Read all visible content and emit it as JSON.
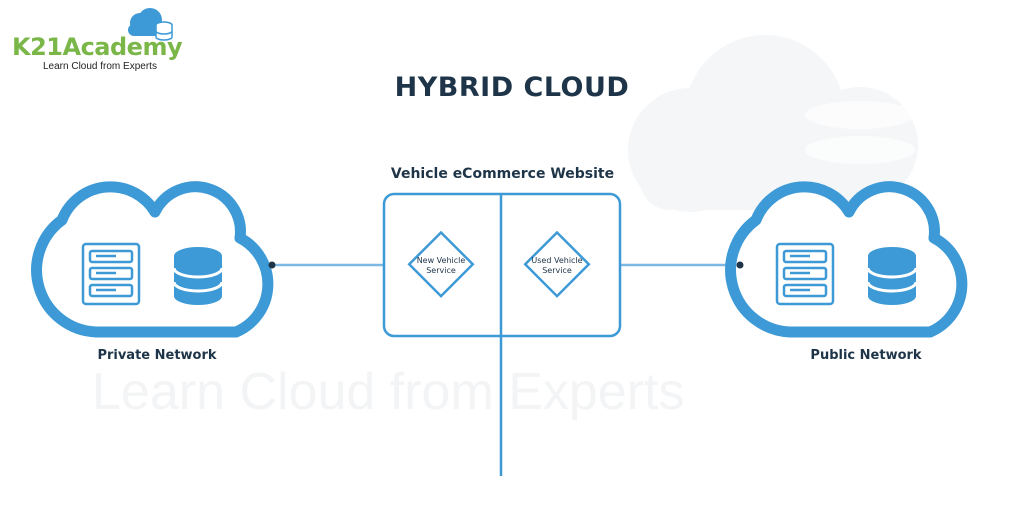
{
  "logo": {
    "name": "K21Academy",
    "tagline": "Learn Cloud from Experts"
  },
  "title": "HYBRID CLOUD",
  "center": {
    "label": "Vehicle eCommerce Website",
    "services": [
      "New Vehicle Service",
      "Used Vehicle Service"
    ]
  },
  "networks": {
    "left": "Private Network",
    "right": "Public Network"
  },
  "watermark": "Learn Cloud from Experts",
  "colors": {
    "accent": "#3d9ad6",
    "dark": "#1e3448",
    "brand_green": "#7ab648",
    "watermark": "#f3f4f5"
  },
  "icons": [
    "cloud-icon",
    "database-icon",
    "server-rack-icon"
  ]
}
